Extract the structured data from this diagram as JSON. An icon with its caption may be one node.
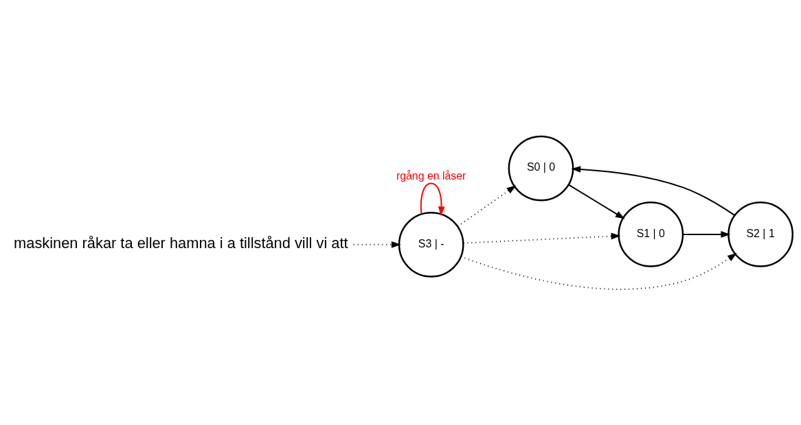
{
  "diagram": {
    "nodes": [
      {
        "text": [
          "maskinen råkar ta eller hamna i a tillstånd vill vi att"
        ]
      },
      {
        "text": [
          "S3 | -"
        ]
      },
      {
        "text": [
          "S0 | 0"
        ]
      },
      {
        "text": [
          "S1 | 0"
        ]
      },
      {
        "text": [
          "S2 | 1"
        ]
      }
    ],
    "edges": [
      {
        "from": 0,
        "to": 1,
        "arrow": "to",
        "style": "dashed"
      },
      {
        "from": 1,
        "to": 1,
        "arrow": "to",
        "label": "rgång en låser",
        "color": "#ff0000"
      },
      {
        "from": 1,
        "to": 3,
        "arrow": "to",
        "style": "dashed"
      },
      {
        "from": 1,
        "to": 2,
        "arrow": "to",
        "style": "dashed"
      },
      {
        "from": 1,
        "to": 4,
        "arrow": "to",
        "style": "dashed"
      },
      {
        "from": 2,
        "to": 3,
        "arrow": "to"
      },
      {
        "from": 3,
        "to": 4,
        "arrow": "to"
      },
      {
        "from": 4,
        "to": 2,
        "arrow": "to"
      }
    ]
  }
}
